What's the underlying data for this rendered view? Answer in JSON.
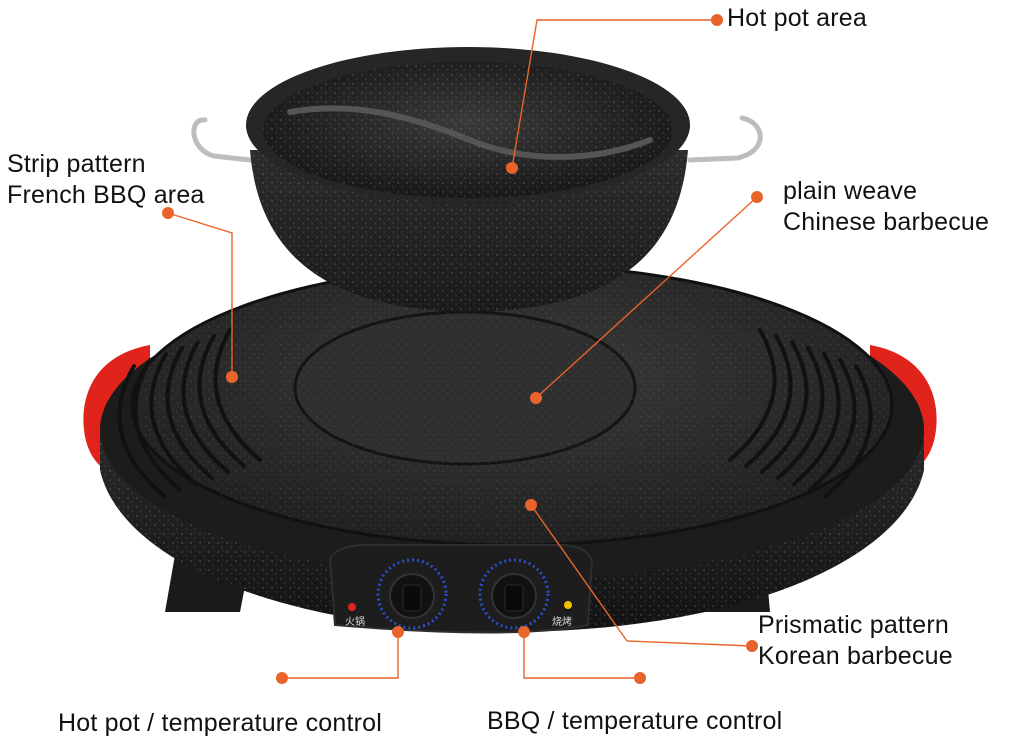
{
  "labels": {
    "hot_pot_area": "Hot pot area",
    "strip_pattern_line1": "Strip pattern",
    "strip_pattern_line2": "French BBQ area",
    "plain_weave_line1": "plain weave",
    "plain_weave_line2": "Chinese barbecue",
    "prismatic_line1": "Prismatic pattern",
    "prismatic_line2": "Korean barbecue",
    "hot_pot_control": "Hot pot / temperature control",
    "bbq_control": "BBQ / temperature control"
  },
  "knob_labels": {
    "left": "火锅",
    "right": "烧烤"
  },
  "colors": {
    "accent": "#e8642a",
    "pot_body": "#2a2a2a",
    "grill_body": "#222222",
    "handle": "#e0241b",
    "knob_ring": "#2850c8"
  }
}
